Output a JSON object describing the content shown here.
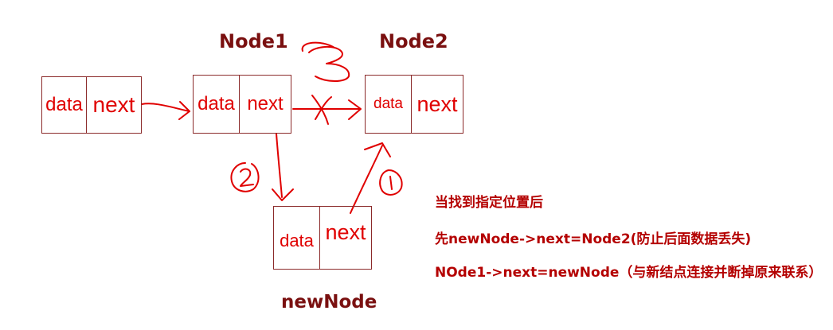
{
  "nodes": {
    "head": {
      "data_label": "data",
      "next_label": "next"
    },
    "node1": {
      "title": "Node1",
      "data_label": "data",
      "next_label": "next"
    },
    "node2": {
      "title": "Node2",
      "data_label": "data",
      "next_label": "next"
    },
    "new_node": {
      "title": "newNode",
      "data_label": "data",
      "next_label": "next"
    }
  },
  "step_marks": {
    "step1": "1",
    "step2": "2",
    "step3": "3"
  },
  "notes": [
    "当找到指定位置后",
    "先newNode->next=Node2(防止后面数据丢失)",
    "NOde1->next=newNode（与新结点连接并断掉原来联系）"
  ],
  "colors": {
    "ink": "#e00000",
    "title": "#7a1010",
    "box_border": "#8b2a2a",
    "note": "#b40000"
  }
}
